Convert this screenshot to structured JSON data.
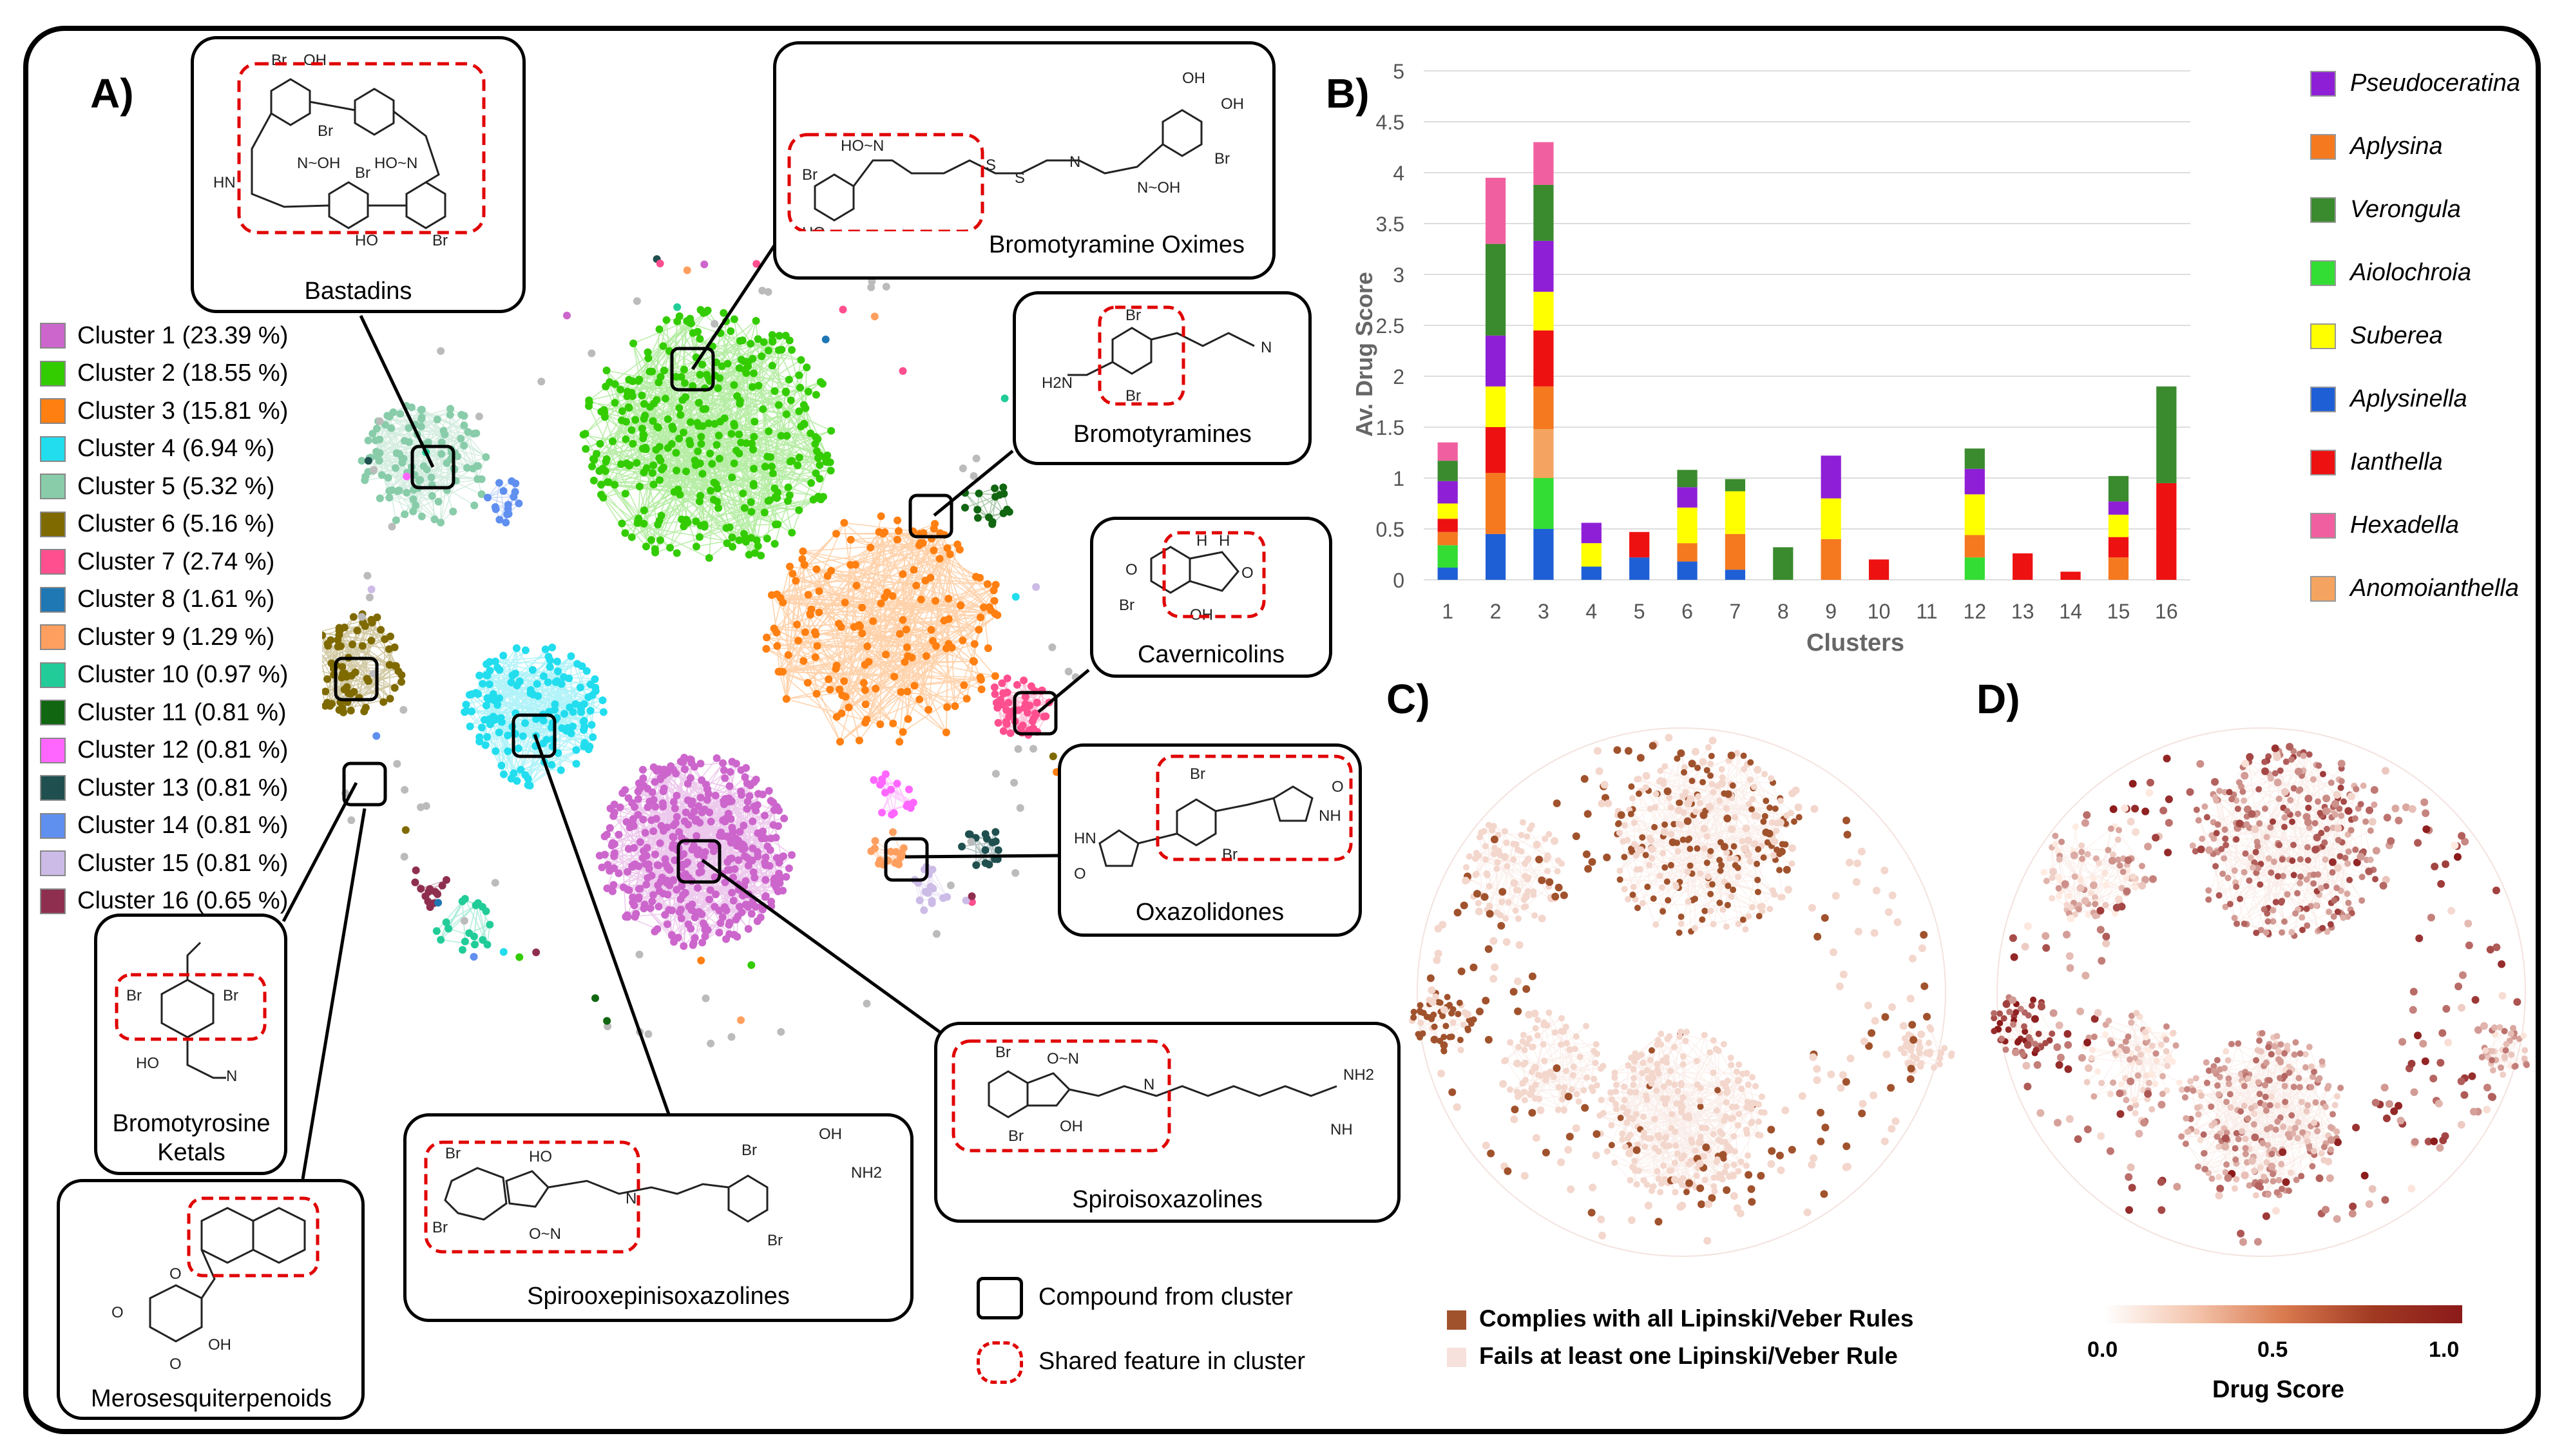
{
  "panels": {
    "A": "A)",
    "B": "B)",
    "C": "C)",
    "D": "D)"
  },
  "cluster_legend": [
    {
      "label": "Cluster 1 (23.39 %)",
      "color": "#cc66cc"
    },
    {
      "label": "Cluster 2 (18.55 %)",
      "color": "#33cc00"
    },
    {
      "label": "Cluster 3 (15.81 %)",
      "color": "#ff7f11"
    },
    {
      "label": "Cluster 4 (6.94 %)",
      "color": "#22ddee"
    },
    {
      "label": "Cluster 5 (5.32 %)",
      "color": "#88ccaa"
    },
    {
      "label": "Cluster 6 (5.16 %)",
      "color": "#7f6a00"
    },
    {
      "label": "Cluster 7 (2.74 %)",
      "color": "#ff4f8f"
    },
    {
      "label": "Cluster 8 (1.61 %)",
      "color": "#1f77b4"
    },
    {
      "label": "Cluster 9 (1.29 %)",
      "color": "#ff9f5f"
    },
    {
      "label": "Cluster 10 (0.97 %)",
      "color": "#22cc99"
    },
    {
      "label": "Cluster 11 (0.81 %)",
      "color": "#116611"
    },
    {
      "label": "Cluster 12 (0.81 %)",
      "color": "#ff66ff"
    },
    {
      "label": "Cluster 13 (0.81 %)",
      "color": "#1f4f4f"
    },
    {
      "label": "Cluster 14 (0.81 %)",
      "color": "#5f8fef"
    },
    {
      "label": "Cluster 15 (0.81 %)",
      "color": "#ccbbe6"
    },
    {
      "label": "Cluster 16 (0.65 %)",
      "color": "#8f2f4f"
    }
  ],
  "compound_classes": {
    "bastadins": "Bastadins",
    "bromotyramine_oximes": "Bromotyramine Oximes",
    "bromotyramines": "Bromotyramines",
    "cavernicolins": "Cavernicolins",
    "oxazolidones": "Oxazolidones",
    "spiroisoxazolines": "Spiroisoxazolines",
    "spirooxepinisoxazolines": "Spirooxepinisoxazolines",
    "bromotyrosine_ketals_1": "Bromotyrosine",
    "bromotyrosine_ketals_2": "Ketals",
    "merosesquiterpenoids": "Merosesquiterpenoids"
  },
  "key": {
    "compound": "Compound from cluster",
    "shared": "Shared feature in cluster"
  },
  "panel_c_legend": {
    "complies": "Complies with all Lipinski/Veber Rules",
    "fails": "Fails at least one Lipinski/Veber Rule",
    "complies_color": "#a0522d",
    "fails_color": "#f6e1dc"
  },
  "panel_d_legend": {
    "title": "Drug Score",
    "ticks": [
      "0.0",
      "0.5",
      "1.0"
    ],
    "low_color": "#ffffff",
    "high_color": "#8b1a1a"
  },
  "chart_data": {
    "type": "bar",
    "stacked": true,
    "xlabel": "Clusters",
    "ylabel": "Av. Drug Score",
    "ylim": [
      0,
      5
    ],
    "yticks": [
      "0",
      "0.5",
      "1",
      "1.5",
      "2",
      "2.5",
      "3",
      "3.5",
      "4",
      "4.5",
      "5"
    ],
    "categories": [
      "1",
      "2",
      "3",
      "4",
      "5",
      "6",
      "7",
      "8",
      "9",
      "10",
      "11",
      "12",
      "13",
      "14",
      "15",
      "16"
    ],
    "legend_position": "right",
    "series": [
      {
        "name": "Aplysinella",
        "color": "#1f5fd6",
        "values": [
          0.12,
          0.45,
          0.5,
          0.13,
          0.22,
          0.18,
          0.1,
          0,
          0,
          0,
          0,
          0,
          0,
          0,
          0,
          0
        ]
      },
      {
        "name": "Aiolochroia",
        "color": "#33dd33",
        "values": [
          0.22,
          0,
          0.5,
          0,
          0,
          0,
          0,
          0,
          0,
          0,
          0,
          0.22,
          0,
          0,
          0,
          0
        ]
      },
      {
        "name": "Anomoianthella",
        "color": "#f4a460",
        "values": [
          0,
          0,
          0.48,
          0,
          0,
          0,
          0,
          0,
          0,
          0,
          0,
          0,
          0,
          0,
          0,
          0
        ]
      },
      {
        "name": "Aplysina",
        "color": "#f4791f",
        "values": [
          0.13,
          0.6,
          0.42,
          0,
          0,
          0.18,
          0.35,
          0,
          0.4,
          0,
          0,
          0.22,
          0,
          0,
          0.22,
          0
        ]
      },
      {
        "name": "Ianthella",
        "color": "#ee1111",
        "values": [
          0.13,
          0.45,
          0.55,
          0,
          0.25,
          0,
          0,
          0,
          0,
          0.2,
          0,
          0,
          0.26,
          0.08,
          0.2,
          0.95
        ]
      },
      {
        "name": "Suberea",
        "color": "#ffff00",
        "values": [
          0.15,
          0.4,
          0.38,
          0.23,
          0,
          0.35,
          0.42,
          0,
          0.4,
          0,
          0,
          0.4,
          0,
          0,
          0.22,
          0
        ]
      },
      {
        "name": "Pseudoceratina",
        "color": "#8e1fd6",
        "values": [
          0.22,
          0.5,
          0.5,
          0.2,
          0,
          0.2,
          0,
          0,
          0.42,
          0,
          0,
          0.25,
          0,
          0,
          0.13,
          0
        ]
      },
      {
        "name": "Verongula",
        "color": "#3a8a2e",
        "values": [
          0.2,
          0.9,
          0.55,
          0,
          0,
          0.17,
          0.12,
          0.32,
          0,
          0,
          0,
          0.2,
          0,
          0,
          0.25,
          0.95
        ]
      },
      {
        "name": "Hexadella",
        "color": "#f060a0",
        "values": [
          0.18,
          0.65,
          0.42,
          0,
          0,
          0,
          0,
          0,
          0,
          0,
          0,
          0,
          0,
          0,
          0,
          0
        ]
      }
    ],
    "legend_order": [
      "Pseudoceratina",
      "Aplysina",
      "Verongula",
      "Aiolochroia",
      "Suberea",
      "Aplysinella",
      "Ianthella",
      "Hexadella",
      "Anomoianthella"
    ]
  }
}
